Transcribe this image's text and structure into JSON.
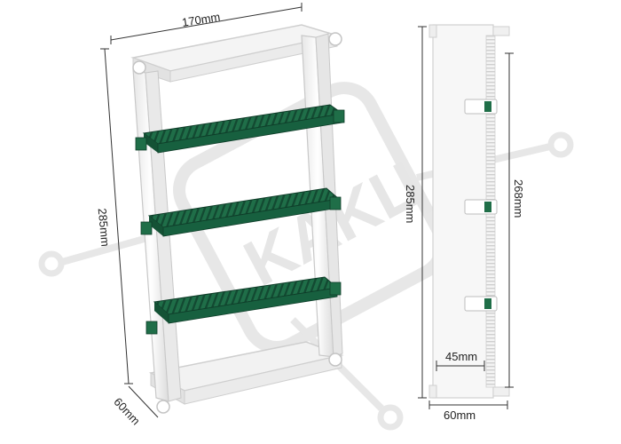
{
  "dimensions": {
    "rack_width": "170mm",
    "rack_height": "285mm",
    "rack_depth": "60mm",
    "side_height": "285mm",
    "side_inner_height": "268mm",
    "side_slot_width": "45mm",
    "side_depth": "60mm"
  },
  "watermark": {
    "text": "KAKЦ",
    "color": "#d0d0d0"
  },
  "colors": {
    "shelf_green": "#1f6e48",
    "shelf_dark": "#145235",
    "frame_white": "#f7f7f7",
    "frame_edge": "#c9c9c9"
  }
}
